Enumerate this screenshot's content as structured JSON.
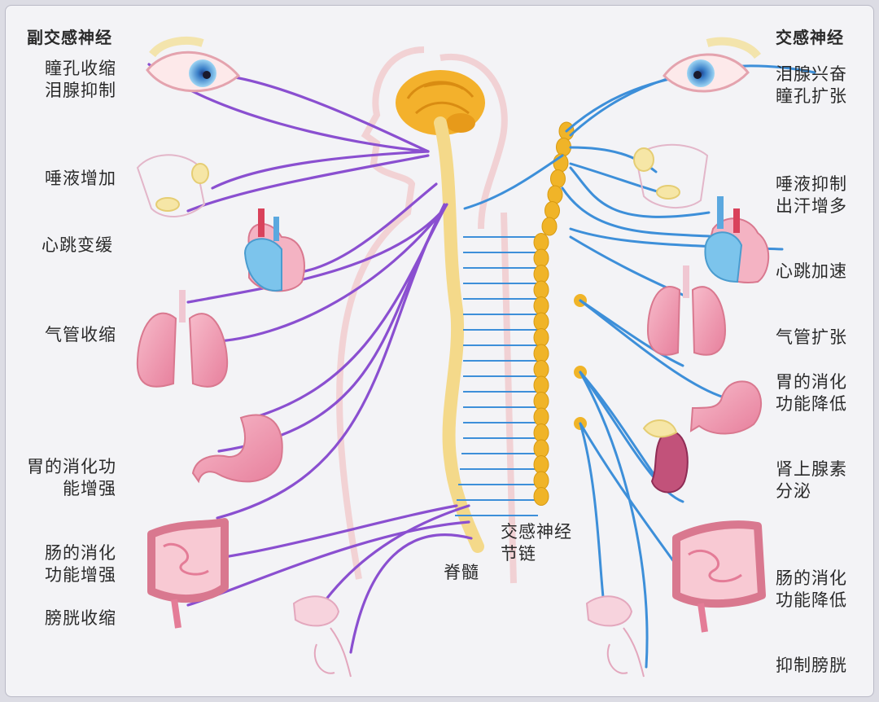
{
  "left_header": "副交感神经",
  "right_header": "交感神经",
  "left_labels": {
    "eye": "瞳孔收缩\n泪腺抑制",
    "saliva": "唾液增加",
    "heart": "心跳变缓",
    "lungs": "气管收缩",
    "stomach": "胃的消化功\n能增强",
    "intestine": "肠的消化\n功能增强",
    "bladder": "膀胱收缩"
  },
  "right_labels": {
    "eye": "泪腺兴奋\n瞳孔扩张",
    "saliva": "唾液抑制\n出汗增多",
    "heart": "心跳加速",
    "lungs": "气管扩张",
    "stomach": "胃的消化\n功能降低",
    "adrenal": "肾上腺素\n分泌",
    "intestine": "肠的消化\n功能降低",
    "bladder": "抑制膀胱"
  },
  "center_labels": {
    "spinal_cord": "脊髓",
    "ganglion_chain": "交感神经\n节链"
  },
  "colors": {
    "parasympathetic": "#8a4fd0",
    "sympathetic": "#3d8fd9",
    "spinal_cord": "#f4d98a",
    "ganglion": "#f0b428",
    "brain": "#f3b12c",
    "organ_pink": "#f0a0b4",
    "heart_blue": "#7cc4ec"
  }
}
